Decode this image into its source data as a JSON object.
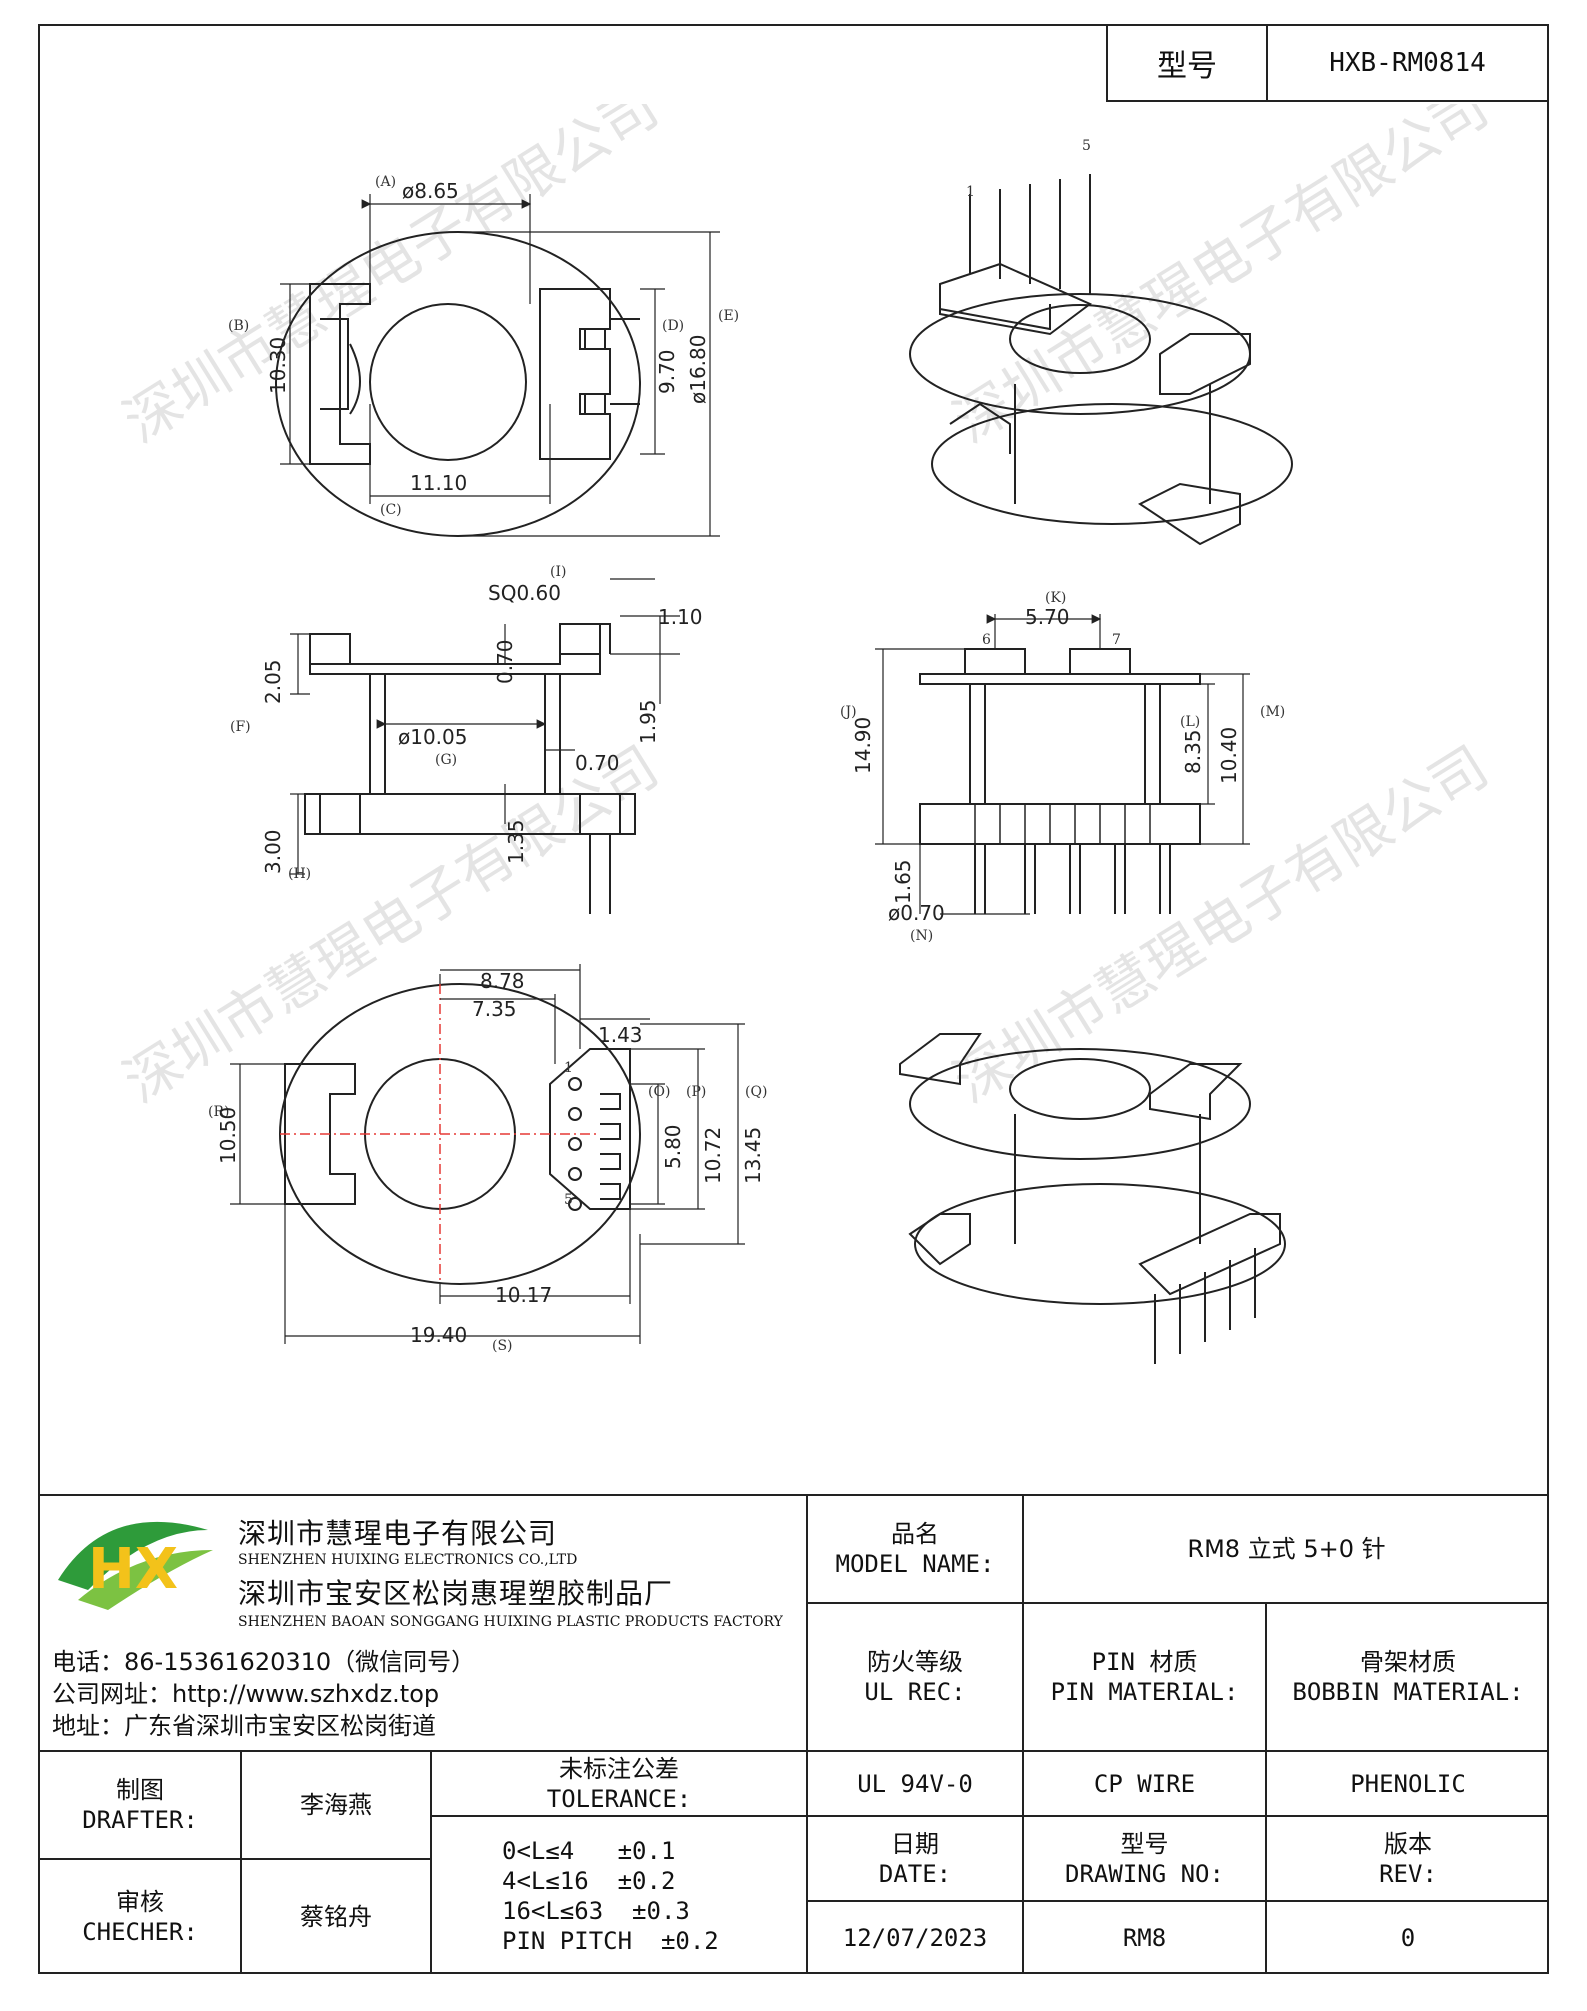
{
  "header": {
    "model_label": "型号",
    "model_value": "HXB-RM0814"
  },
  "drawing": {
    "watermark": "深圳市慧瑆电子有限公司",
    "top_view": {
      "dim_a": "ø8.65",
      "ref_a": "(A)",
      "dim_b": "10.30",
      "ref_b": "(B)",
      "dim_c": "11.10",
      "ref_c": "(C)",
      "dim_d": "9.70",
      "ref_d": "(D)",
      "dim_e": "ø16.80",
      "ref_e": "(E)"
    },
    "side_view": {
      "dim_i": "SQ0.60",
      "ref_i": "(I)",
      "dim_110": "1.10",
      "dim_070a": "0.70",
      "dim_195": "1.95",
      "dim_f": "2.05",
      "ref_f": "(F)",
      "dim_g": "ø10.05",
      "ref_g": "(G)",
      "dim_070b": "0.70",
      "dim_135": "1.35",
      "dim_h": "3.00",
      "ref_h": "(H)"
    },
    "front_view": {
      "dim_k": "5.70",
      "ref_k": "(K)",
      "pin6": "6",
      "pin7": "7",
      "dim_j": "14.90",
      "ref_j": "(J)",
      "dim_l": "8.35",
      "ref_l": "(L)",
      "dim_m": "10.40",
      "ref_m": "(M)",
      "dim_165": "1.65",
      "dim_n": "ø0.70",
      "ref_n": "(N)"
    },
    "bottom_view": {
      "dim_878": "8.78",
      "dim_735": "7.35",
      "dim_143": "1.43",
      "dim_r": "10.50",
      "ref_r": "(R)",
      "dim_o": "5.80",
      "ref_o": "(O)",
      "dim_p": "10.72",
      "ref_p": "(P)",
      "dim_q": "13.45",
      "ref_q": "(Q)",
      "dim_1017": "10.17",
      "dim_s": "19.40",
      "ref_s": "(S)",
      "pin1": "1",
      "pin5": "5"
    },
    "iso_top": {
      "pin1": "1",
      "pin5": "5"
    }
  },
  "company": {
    "logo_text": "HX",
    "name_cn": "深圳市慧瑆电子有限公司",
    "name_en": "SHENZHEN HUIXING ELECTRONICS CO.,LTD",
    "factory_cn": "深圳市宝安区松岗惠瑆塑胶制品厂",
    "factory_en": "SHENZHEN BAOAN SONGGANG HUIXING PLASTIC PRODUCTS FACTORY",
    "phone": "电话：86-15361620310（微信同号）",
    "website": "公司网址：http://www.szhxdz.top",
    "address": "地址：广东省深圳市宝安区松岗街道"
  },
  "table": {
    "model_name_cn": "品名",
    "model_name_en": "MODEL NAME:",
    "model_name_value": "RM8 立式 5+0 针",
    "ul_cn": "防火等级",
    "ul_en": "UL REC:",
    "pin_cn": "PIN 材质",
    "pin_en": "PIN MATERIAL:",
    "bobbin_cn": "骨架材质",
    "bobbin_en": "BOBBIN MATERIAL:",
    "ul_value": "UL 94V-0",
    "pin_value": "CP WIRE",
    "bobbin_value": "PHENOLIC",
    "drafter_cn": "制图",
    "drafter_en": "DRAFTER:",
    "drafter_name": "李海燕",
    "checker_cn": "审核",
    "checker_en": "CHECHER:",
    "checker_name": "蔡铭舟",
    "tolerance_cn": "未标注公差",
    "tolerance_en": "TOLERANCE:",
    "tolerances": [
      "0<L≤4   ±0.1",
      "4<L≤16  ±0.2",
      "16<L≤63  ±0.3",
      "PIN PITCH  ±0.2"
    ],
    "date_cn": "日期",
    "date_en": "DATE:",
    "drawing_no_cn": "型号",
    "drawing_no_en": "DRAWING NO:",
    "rev_cn": "版本",
    "rev_en": "REV:",
    "date_value": "12/07/2023",
    "drawing_no_value": "RM8",
    "rev_value": "0"
  }
}
